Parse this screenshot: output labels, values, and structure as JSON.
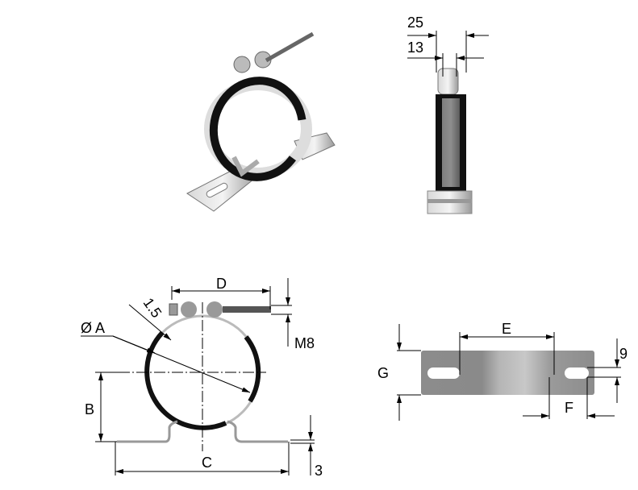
{
  "side_view": {
    "dim_outer": "25",
    "dim_inner": "13"
  },
  "front_view": {
    "dim_d": "D",
    "dim_thickness": "1.5",
    "dim_diameter": "Ø A",
    "dim_bolt": "M8",
    "dim_b": "B",
    "dim_c": "C",
    "dim_base": "3"
  },
  "base_view": {
    "dim_e": "E",
    "dim_g": "G",
    "dim_slot": "9",
    "dim_f": "F"
  },
  "colors": {
    "metal": "#9a9a9a",
    "rubber": "#111111",
    "line": "#000000"
  }
}
